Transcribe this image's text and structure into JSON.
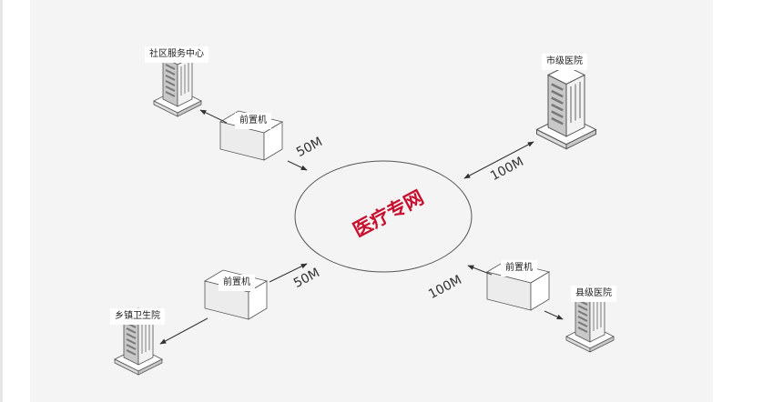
{
  "network": {
    "title": "医疗专网"
  },
  "nodes": {
    "community": "社区服务中心",
    "city_hospital": "市级医院",
    "county_hospital": "县级医院",
    "township": "乡镇卫生院"
  },
  "front_machines": {
    "top_left": "前置机",
    "bottom_left": "前置机",
    "bottom_right": "前置机"
  },
  "bandwidth": {
    "top_left": "50M",
    "bottom_left": "50M",
    "top_right": "100M",
    "bottom_right": "100M"
  },
  "colors": {
    "accent": "#c8102e",
    "line": "#333333",
    "background": "#f4f4f5"
  }
}
